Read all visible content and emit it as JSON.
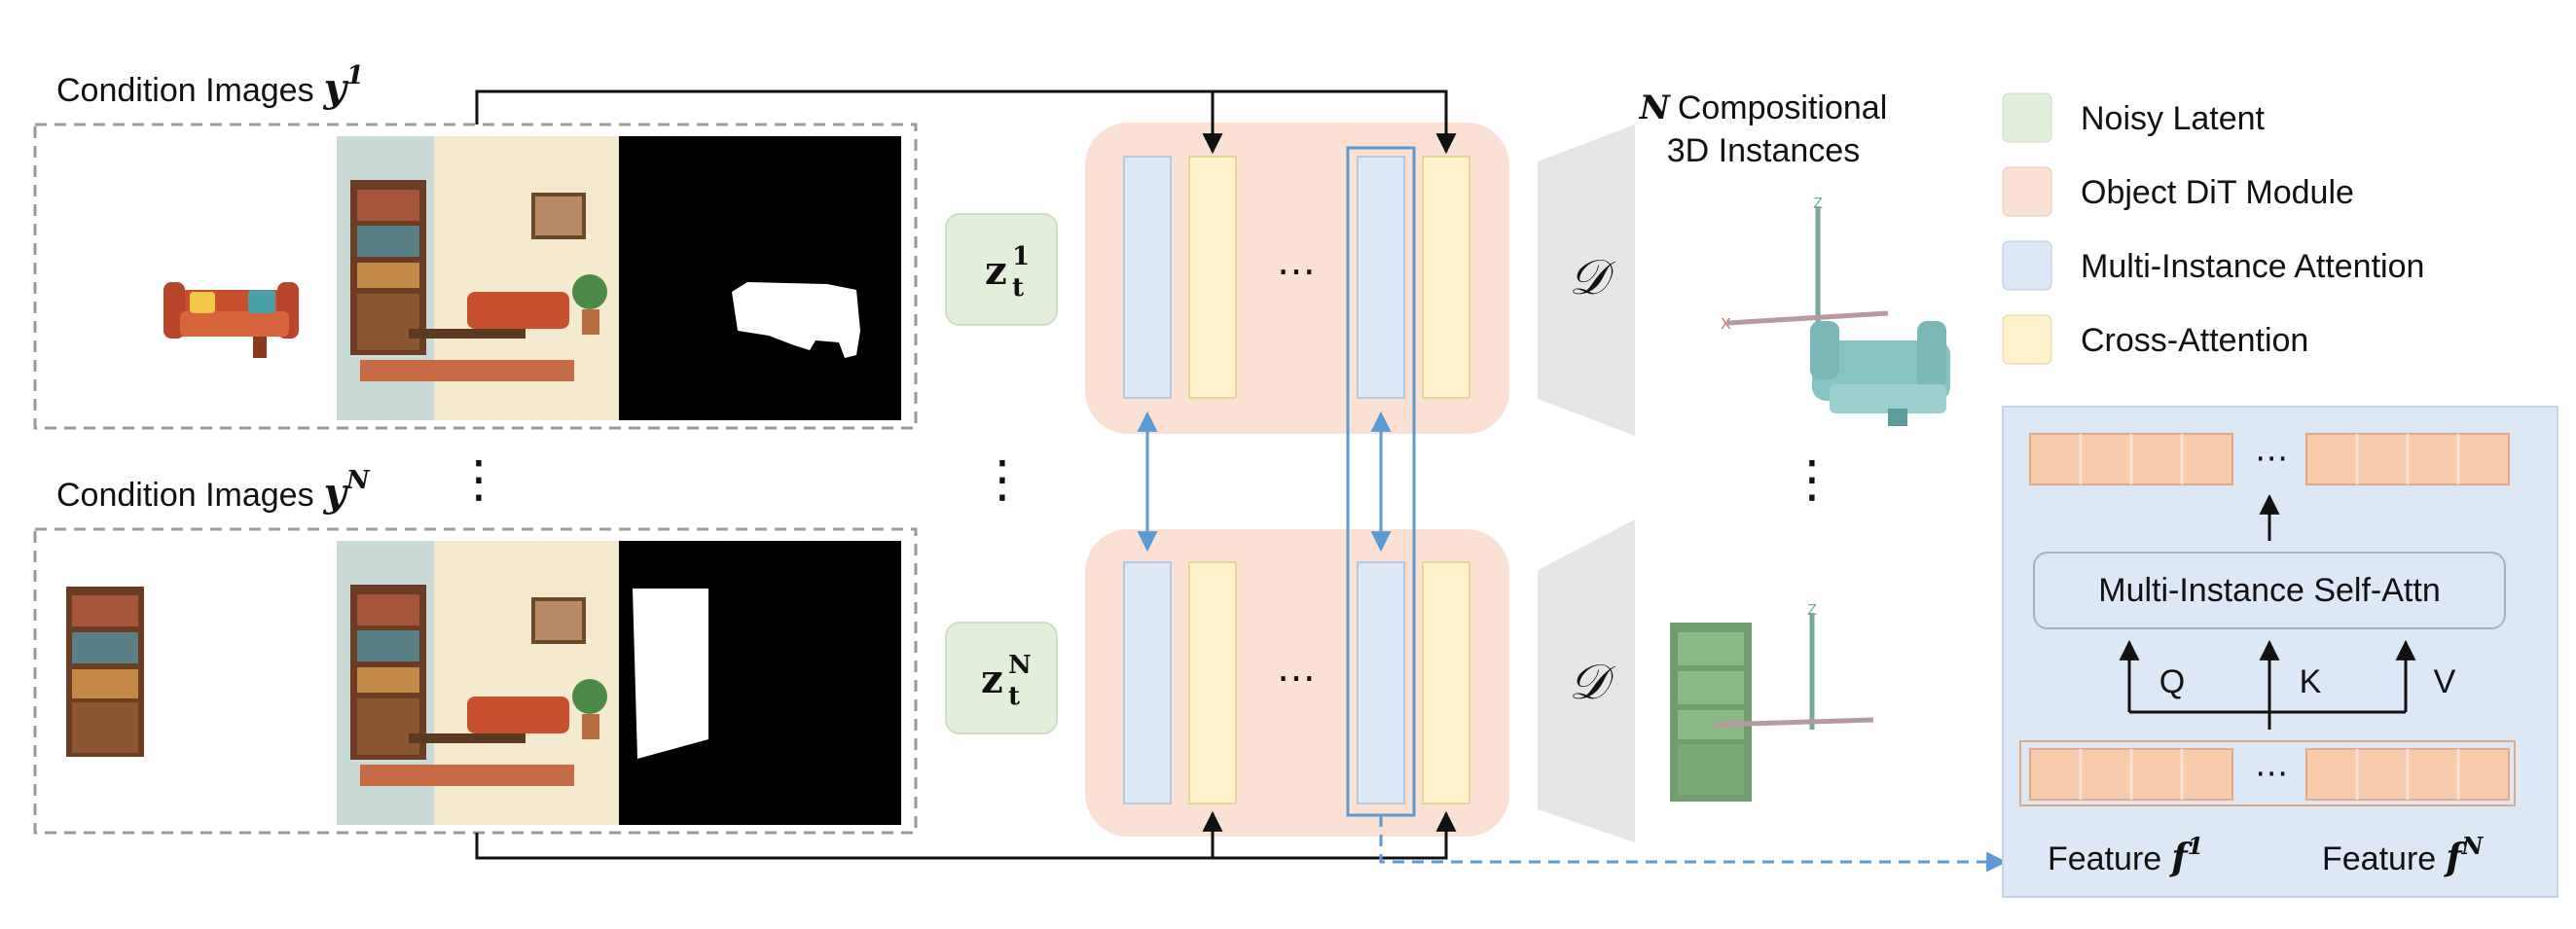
{
  "condition": {
    "label_1": "Condition Images",
    "sym_1_base": "y",
    "sym_1_sup": "1",
    "label_n": "Condition Images",
    "sym_n_base": "y",
    "sym_n_sup": "N"
  },
  "latents": {
    "z1_base": "z",
    "z1_sub": "t",
    "z1_sup": "1",
    "zn_base": "z",
    "zn_sub": "t",
    "zn_sup": "N"
  },
  "dit": {
    "ellipsis": "⋯"
  },
  "decoder": {
    "symbol": "𝒟"
  },
  "instances": {
    "title_sym": "N",
    "title_rest": "Compositional",
    "title_line2": "3D Instances",
    "axis_z": "Z",
    "axis_x": "X"
  },
  "vdots": "⋮",
  "legend": [
    {
      "label": "Noisy Latent",
      "color": "#e2efda"
    },
    {
      "label": "Object DiT Module",
      "color": "#fbe0d4"
    },
    {
      "label": "Multi-Instance Attention",
      "color": "#dde8f6"
    },
    {
      "label": "Cross-Attention",
      "color": "#fff2cc"
    }
  ],
  "attn_panel": {
    "self_attn_label": "Multi-Instance Self-Attn",
    "q": "Q",
    "k": "K",
    "v": "V",
    "ellipsis": "⋯",
    "feature_1_label": "Feature",
    "feature_1_sym": "f",
    "feature_1_sup": "1",
    "feature_n_label": "Feature",
    "feature_n_sym": "f",
    "feature_n_sup": "N"
  },
  "colors": {
    "noisy_latent": "#e2efda",
    "dit_module": "#fbe0d4",
    "mi_attention": "#dde8f6",
    "cross_attention": "#fff2cc",
    "highlight_blue": "#5b9bd5",
    "panel_bg": "#dde8f6",
    "token": "#f8cbad",
    "decoder": "#e6e6e6"
  }
}
